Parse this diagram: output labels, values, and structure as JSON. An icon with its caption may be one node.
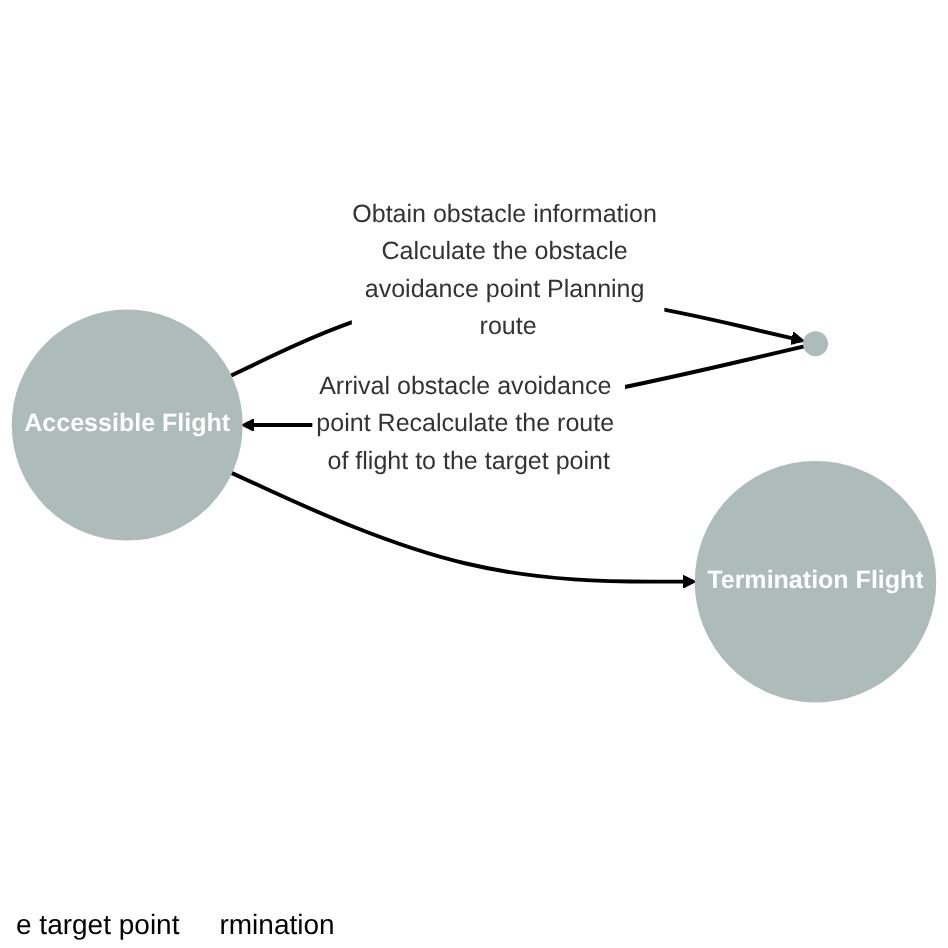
{
  "diagram": {
    "nodes": [
      {
        "text": [
          "Accessible Flight"
        ]
      },
      {
        "text": [],
        "shape": "circle"
      },
      {
        "text": [
          "Termination Flight"
        ]
      }
    ],
    "edges": [
      {
        "from": 0,
        "to": 1,
        "arrow": "to",
        "label": "Obtain obstacle information Calculate the obstacle avoidance point Planning route"
      },
      {
        "from": 1,
        "to": 0,
        "arrow": "to",
        "label": "Arrival obstacle avoidance point Recalculate the route of flight to the target point"
      },
      {
        "from": 0,
        "to": 2,
        "arrow": "to"
      }
    ],
    "labels": [
      "e target point",
      "rmination"
    ]
  }
}
